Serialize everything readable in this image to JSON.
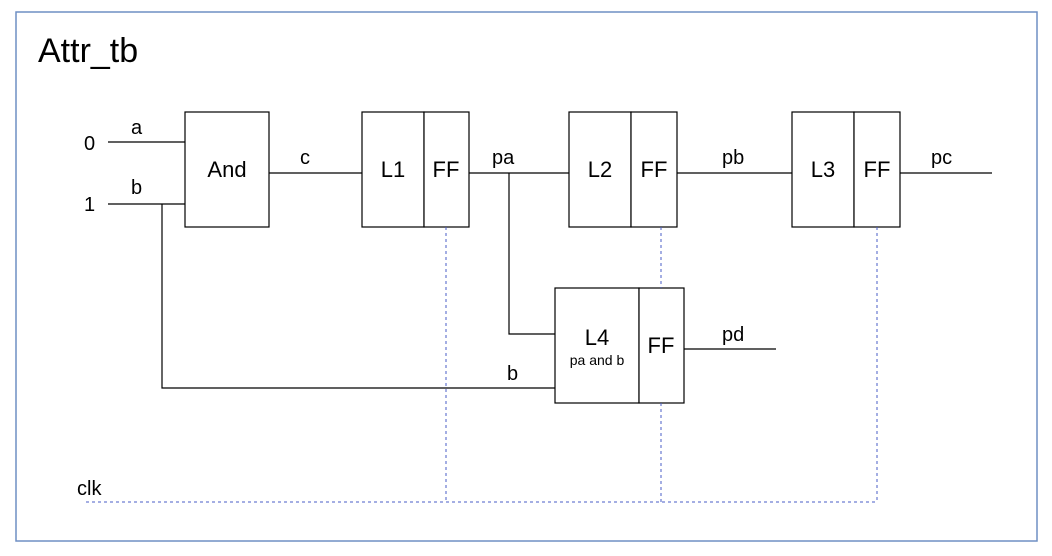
{
  "title": "Attr_tb",
  "colors": {
    "frame": "#6f8fc4",
    "wire": "#000000",
    "clock": "#4a5dc7",
    "background": "#ffffff"
  },
  "inputs": {
    "a": {
      "value": "0",
      "name": "a"
    },
    "b": {
      "value": "1",
      "name": "b"
    }
  },
  "blocks": {
    "and": {
      "label": "And"
    },
    "l1": {
      "label": "L1",
      "ff": "FF"
    },
    "l2": {
      "label": "L2",
      "ff": "FF"
    },
    "l3": {
      "label": "L3",
      "ff": "FF"
    },
    "l4": {
      "label": "L4",
      "sublabel": "pa and b",
      "ff": "FF"
    }
  },
  "signals": {
    "c": "c",
    "pa": "pa",
    "pb": "pb",
    "pc": "pc",
    "pd": "pd",
    "b_to_l4": "b",
    "clk": "clk"
  }
}
